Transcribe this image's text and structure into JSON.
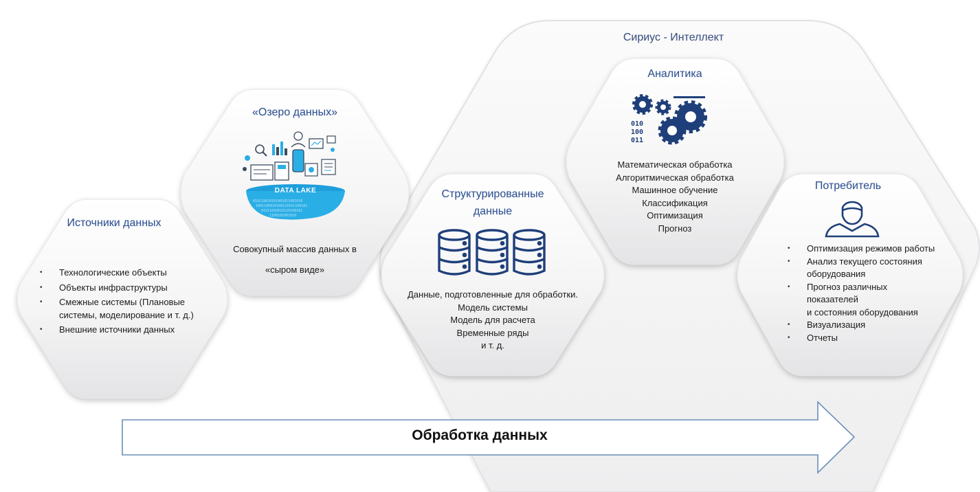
{
  "diagram": {
    "big_container_title": "Сириус - Интеллект",
    "sources": {
      "title": "Источники данных",
      "items": [
        "Технологические объекты",
        "Объекты инфраструктуры",
        "Смежные системы (Плановые системы, моделирование и т. д.)",
        "Внешние источники данных"
      ]
    },
    "data_lake": {
      "title": "«Озеро данных»",
      "badge": "DATA LAKE",
      "description_line1": "Совокупный массив данных в",
      "description_line2": "«сыром виде»"
    },
    "structured": {
      "title_line1": "Структурированные",
      "title_line2": "данные",
      "lines": [
        "Данные, подготовленные для обработки.",
        "Модель системы",
        "Модель для расчета",
        "Временные ряды",
        "и т. д."
      ]
    },
    "analytics": {
      "title": "Аналитика",
      "lines": [
        "Математическая обработка",
        "Алгоритмическая обработка",
        "Машинное обучение",
        "Классификация",
        "Оптимизация",
        "Прогноз"
      ]
    },
    "consumer": {
      "title": "Потребитель",
      "items": [
        "Оптимизация режимов работы",
        "Анализ текущего состояния оборудования",
        "Прогноз различных показателей\nи состояния оборудования",
        "Визуализация",
        "Отчеты"
      ]
    },
    "arrow_label": "Обработка данных",
    "colors": {
      "accent": "#2a4f92",
      "icon": "#1f3f7a",
      "lake": "#2aaee6",
      "arrow_stroke": "#6b8db8"
    },
    "icons": [
      "data-lake-illustration",
      "database-icon",
      "gears-icon",
      "user-icon"
    ]
  }
}
